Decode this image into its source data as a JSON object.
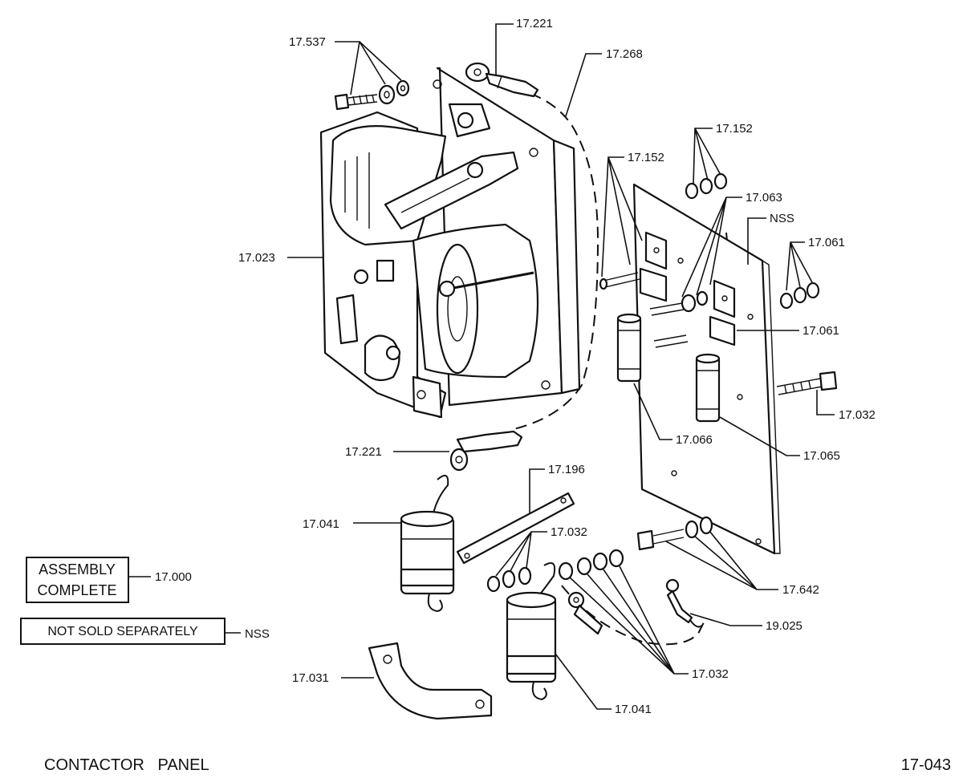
{
  "title": "CONTACTOR   PANEL",
  "figure_number": "17-043",
  "boxes": {
    "assembly_line1": "ASSEMBLY",
    "assembly_line2": "COMPLETE",
    "assembly_ref": "17.000",
    "nss_text": "NOT  SOLD  SEPARATELY",
    "nss_ref": "NSS"
  },
  "callouts": [
    {
      "id": "c1",
      "text": "17.537"
    },
    {
      "id": "c2",
      "text": "17.221"
    },
    {
      "id": "c3",
      "text": "17.268"
    },
    {
      "id": "c4",
      "text": "17.152"
    },
    {
      "id": "c5",
      "text": "17.152"
    },
    {
      "id": "c6",
      "text": "17.063"
    },
    {
      "id": "c7",
      "text": "NSS"
    },
    {
      "id": "c8",
      "text": "17.061"
    },
    {
      "id": "c9",
      "text": "17.023"
    },
    {
      "id": "c10",
      "text": "17.061"
    },
    {
      "id": "c11",
      "text": "17.032"
    },
    {
      "id": "c12",
      "text": "17.066"
    },
    {
      "id": "c13",
      "text": "17.065"
    },
    {
      "id": "c14",
      "text": "17.221"
    },
    {
      "id": "c15",
      "text": "17.196"
    },
    {
      "id": "c16",
      "text": "17.041"
    },
    {
      "id": "c17",
      "text": "17.032"
    },
    {
      "id": "c18",
      "text": "17.642"
    },
    {
      "id": "c19",
      "text": "19.025"
    },
    {
      "id": "c20",
      "text": "17.032"
    },
    {
      "id": "c21",
      "text": "17.031"
    },
    {
      "id": "c22",
      "text": "17.041"
    }
  ]
}
